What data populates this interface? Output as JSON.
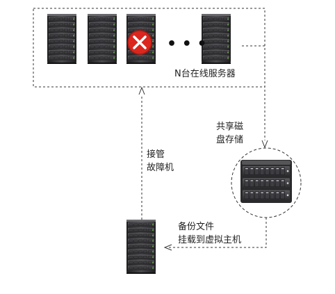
{
  "online_servers_label": "N台在线服务器",
  "ellipsis": "• • •",
  "shared_storage_label": [
    "共享磁",
    "盘存储"
  ],
  "takeover_label": [
    "接管",
    "故障机"
  ],
  "backup_label": [
    "备份文件",
    "挂载到虚拟主机"
  ],
  "icons": {
    "server": "server-rack-icon",
    "failed_marker": "red-x-icon",
    "storage": "disk-array-icon"
  },
  "colors": {
    "failure": "#e8261c",
    "server_dark": "#2b2b2d",
    "dashed_line": "#333333"
  }
}
